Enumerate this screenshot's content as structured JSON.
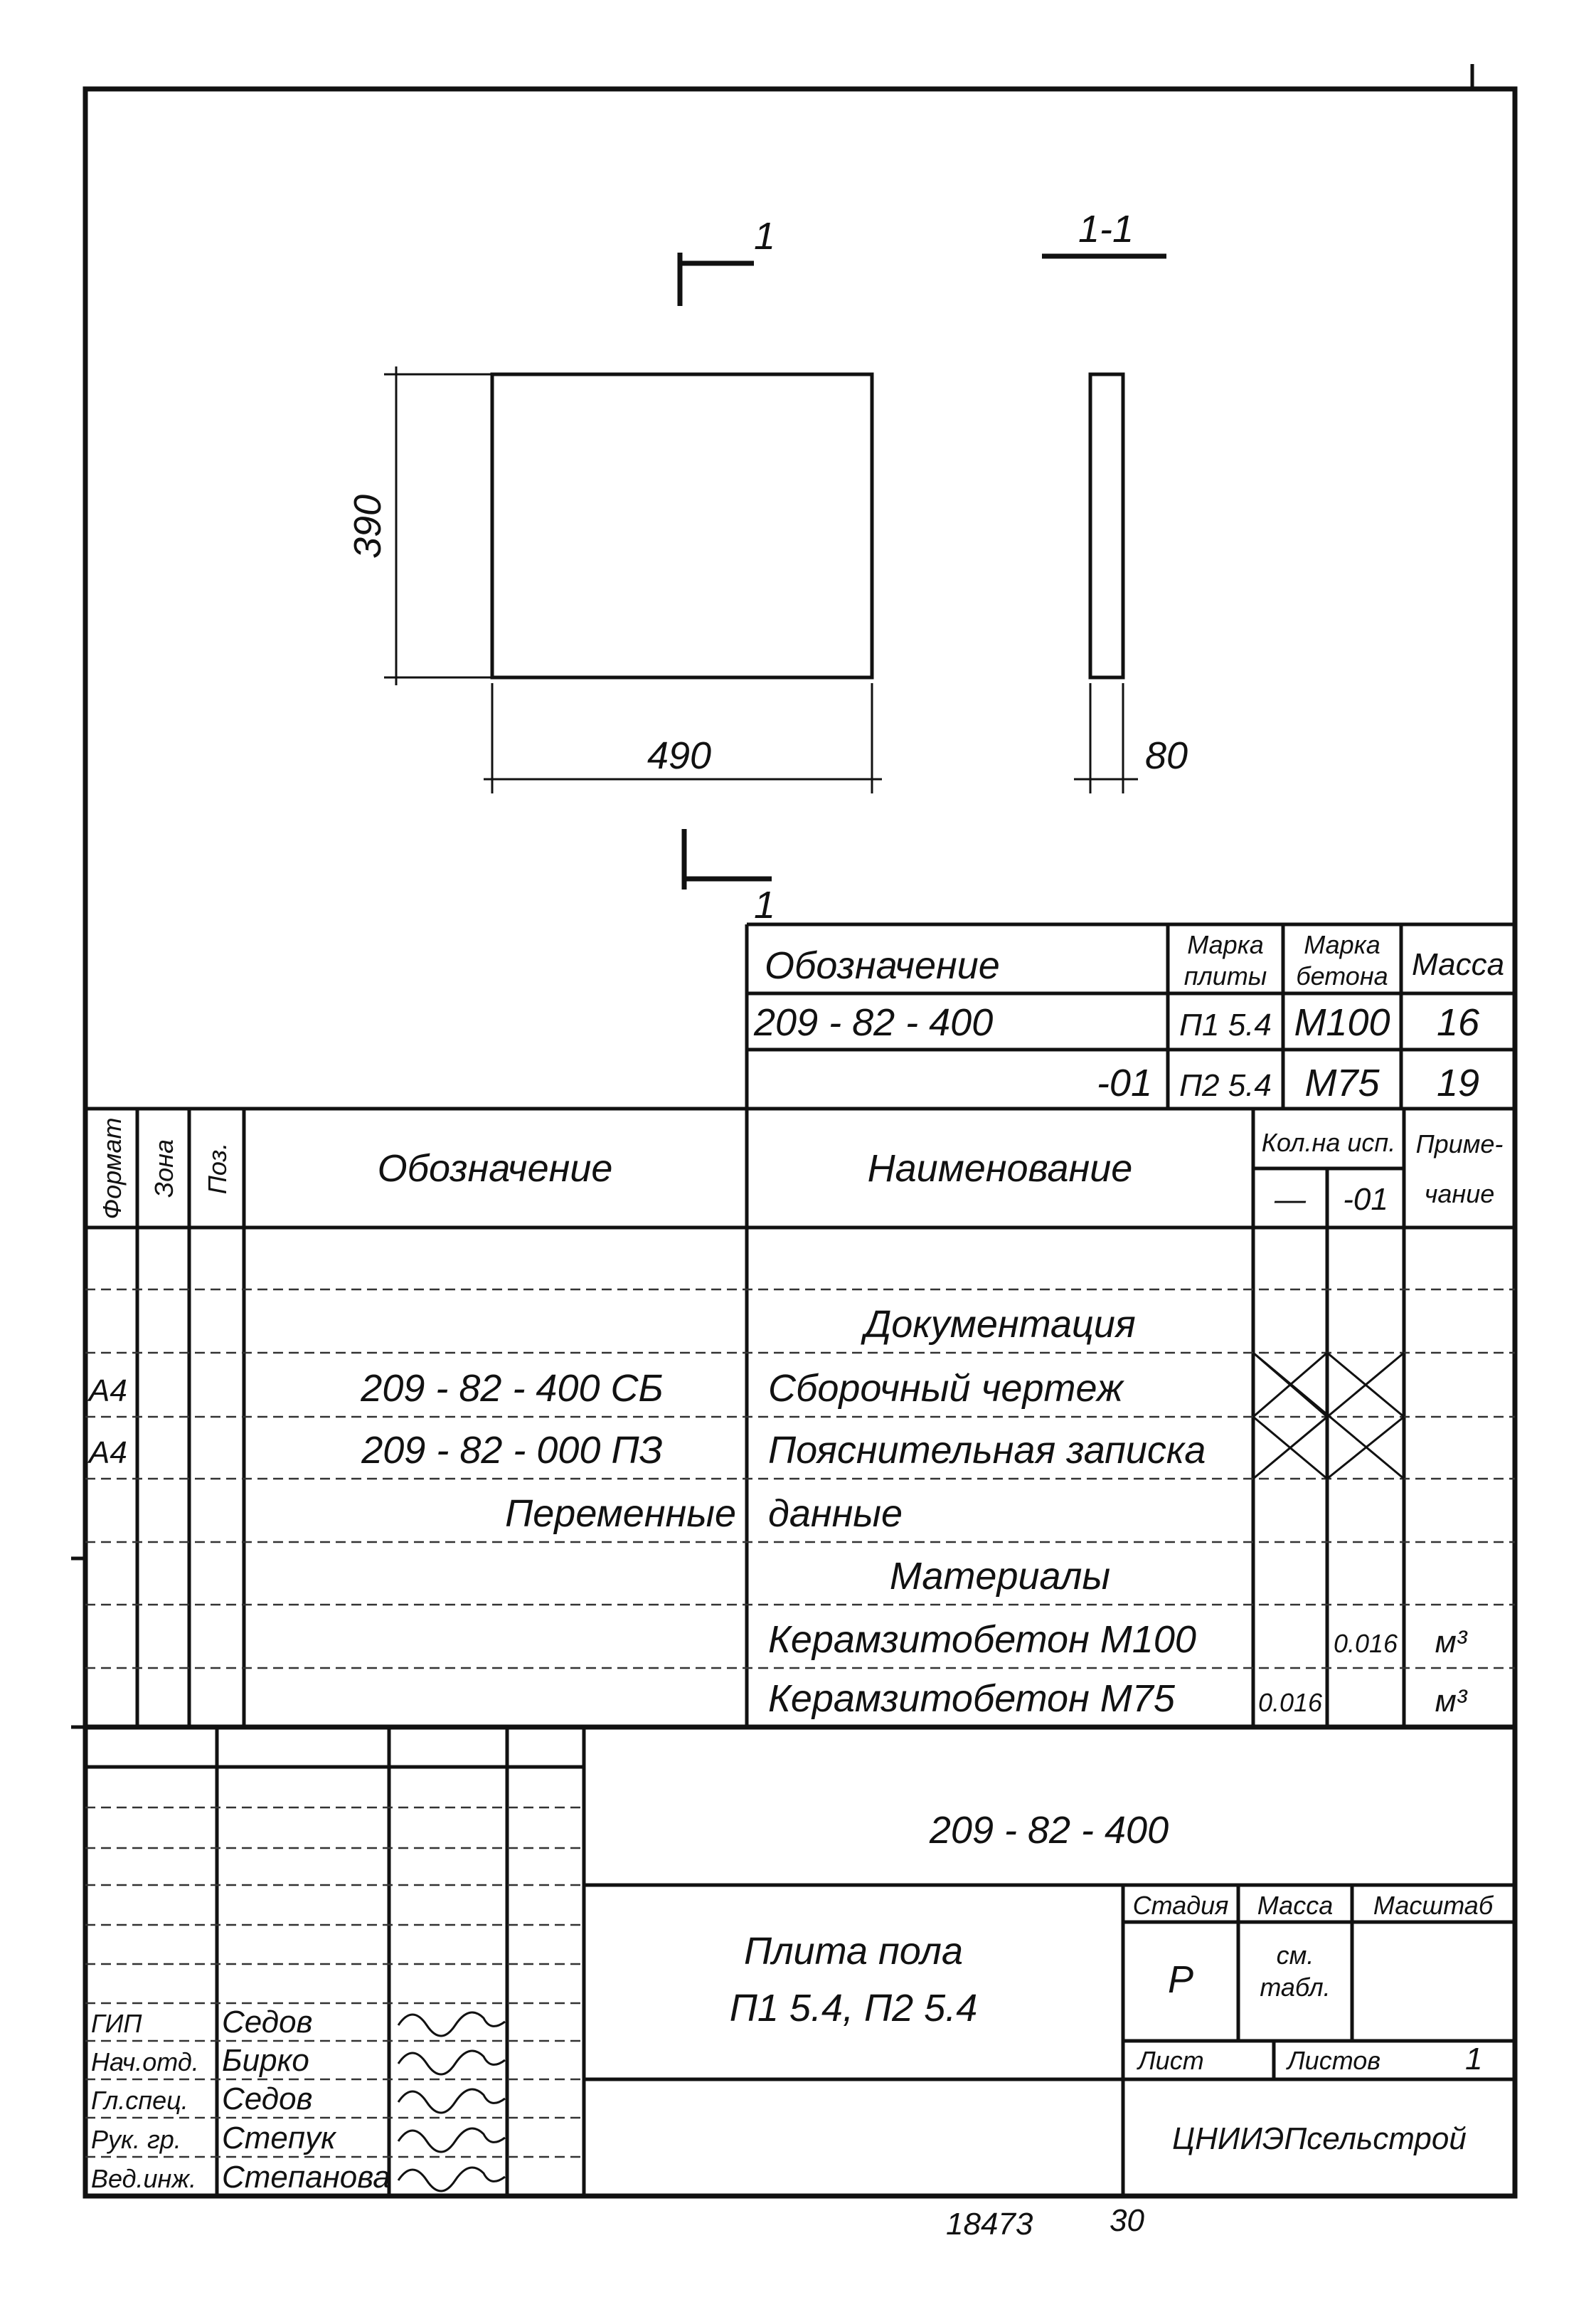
{
  "drawing": {
    "section_mark": "1",
    "section_title": "1-1",
    "dim_height": "390",
    "dim_width": "490",
    "dim_thickness": "80"
  },
  "marks_table": {
    "headers": [
      "Обозначение",
      "Марка плиты",
      "Марка бетона",
      "Масса"
    ],
    "header_lines": {
      "plate": [
        "Марка",
        "плиты"
      ],
      "concrete": [
        "Марка",
        "бетона"
      ]
    },
    "rows": [
      {
        "designation": "209 - 82 - 400",
        "plate": "П1 5.4",
        "concrete": "М100",
        "mass": "16"
      },
      {
        "designation": "-01",
        "plate": "П2 5.4",
        "concrete": "М75",
        "mass": "19"
      }
    ]
  },
  "spec_table": {
    "headers": {
      "format": "Формат",
      "zone": "Зона",
      "pos": "Поз.",
      "designation": "Обозначение",
      "name": "Наименование",
      "qty": "Кол.на исп.",
      "qty_base": "—",
      "qty_01": "-01",
      "note_1": "Приме-",
      "note_2": "чание"
    },
    "rows": [
      {
        "format": "",
        "designation": "",
        "name": "",
        "q0": "",
        "q1": "",
        "note": ""
      },
      {
        "format": "",
        "designation": "",
        "name": "Документация",
        "q0": "",
        "q1": "",
        "note": ""
      },
      {
        "format": "А4",
        "designation": "209 - 82 - 400 СБ",
        "name": "Сборочный чертеж",
        "q0": "",
        "q1": "",
        "note": ""
      },
      {
        "format": "А4",
        "designation": "209 - 82 - 000 ПЗ",
        "name": "Пояснительная записка",
        "q0": "",
        "q1": "",
        "note": ""
      },
      {
        "format": "",
        "designation": "Переменные",
        "name": "данные",
        "q0": "",
        "q1": "",
        "note": ""
      },
      {
        "format": "",
        "designation": "",
        "name": "Материалы",
        "q0": "",
        "q1": "",
        "note": ""
      },
      {
        "format": "",
        "designation": "",
        "name": "Керамзитобетон М100",
        "q0": "",
        "q1": "0.016",
        "note": "м³"
      },
      {
        "format": "",
        "designation": "",
        "name": "Керамзитобетон М75",
        "q0": "0.016",
        "q1": "",
        "note": "м³"
      }
    ]
  },
  "title_block": {
    "doc_number": "209 - 82 - 400",
    "title_1": "Плита пола",
    "title_2": "П1 5.4, П2 5.4",
    "stage_label": "Стадия",
    "mass_label": "Масса",
    "scale_label": "Масштаб",
    "stage": "Р",
    "mass_1": "см.",
    "mass_2": "табл.",
    "sheet_label": "Лист",
    "sheets_label": "Листов",
    "sheets": "1",
    "organization": "ЦНИИЭПсельстрой",
    "signatures": [
      {
        "role": "ГИП",
        "name": "Седов"
      },
      {
        "role": "Нач.отд.",
        "name": "Бирко"
      },
      {
        "role": "Гл.спец.",
        "name": "Седов"
      },
      {
        "role": "Рук. гр.",
        "name": "Степук"
      },
      {
        "role": "Вед.инж.",
        "name": "Степанова"
      }
    ]
  },
  "footer": {
    "inventory": "18473",
    "page": "30"
  }
}
